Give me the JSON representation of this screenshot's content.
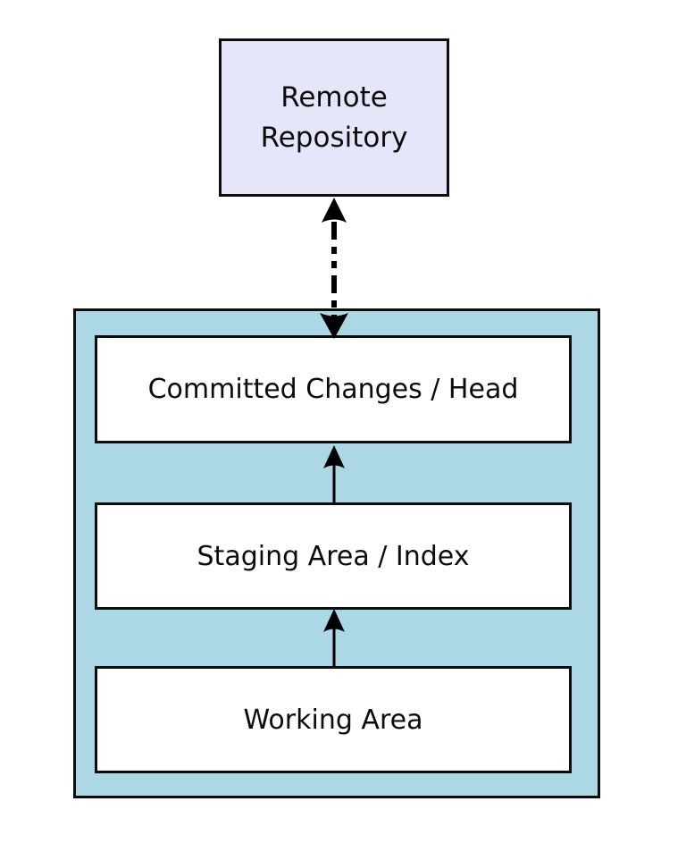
{
  "diagram": {
    "type": "flow-diagram",
    "remote_box": {
      "label": "Remote\nRepository"
    },
    "local_container": {
      "boxes": [
        {
          "label": "Committed Changes / Head"
        },
        {
          "label": "Staging Area / Index"
        },
        {
          "label": "Working Area"
        }
      ]
    },
    "arrows": [
      {
        "name": "remote-sync-arrow",
        "style": "dashed",
        "direction": "bidirectional",
        "from": "Committed Changes / Head",
        "to": "Remote Repository"
      },
      {
        "name": "staging-to-committed-arrow",
        "style": "solid",
        "direction": "up",
        "from": "Staging Area / Index",
        "to": "Committed Changes / Head"
      },
      {
        "name": "working-to-staging-arrow",
        "style": "solid",
        "direction": "up",
        "from": "Working Area",
        "to": "Staging Area / Index"
      }
    ],
    "colors": {
      "remote_fill": "#e6e6fa",
      "container_fill": "#acd8e6",
      "box_fill": "#ffffff",
      "border": "#0d0d0d",
      "arrow": "#000000",
      "background": "#ffffff"
    }
  }
}
